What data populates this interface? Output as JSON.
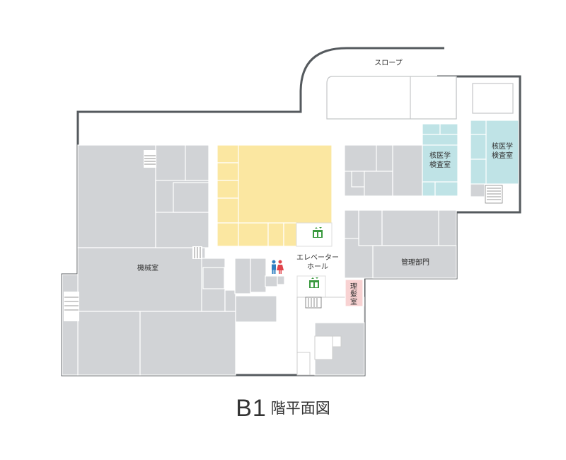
{
  "map": {
    "rooms": {
      "slope": "スロープ",
      "machine_room": "機械室",
      "elevator_hall_line1": "エレベーター",
      "elevator_hall_line2": "ホール",
      "management": "管理部門",
      "nuclear_lab1_line1": "核医学",
      "nuclear_lab1_line2": "検査室",
      "nuclear_lab2_line1": "核医学",
      "nuclear_lab2_line2": "検査室",
      "barber_line1": "理",
      "barber_line2": "髪",
      "barber_line3": "室"
    },
    "icons": [
      "elevator-icon",
      "restroom-icon",
      "stairs-icon"
    ],
    "colors": {
      "room_gray": "#d1d3d6",
      "highlight_yellow": "#fbe7a1",
      "lab_cyan": "#bfe3e6",
      "barber_pink": "#f8d2d2",
      "elevator_green": "#3a9a3f",
      "male_blue": "#2f7fc1",
      "female_red": "#e0444b",
      "wall": "#555a5e"
    }
  },
  "title": {
    "floor": "B1",
    "text": "階平面図"
  }
}
